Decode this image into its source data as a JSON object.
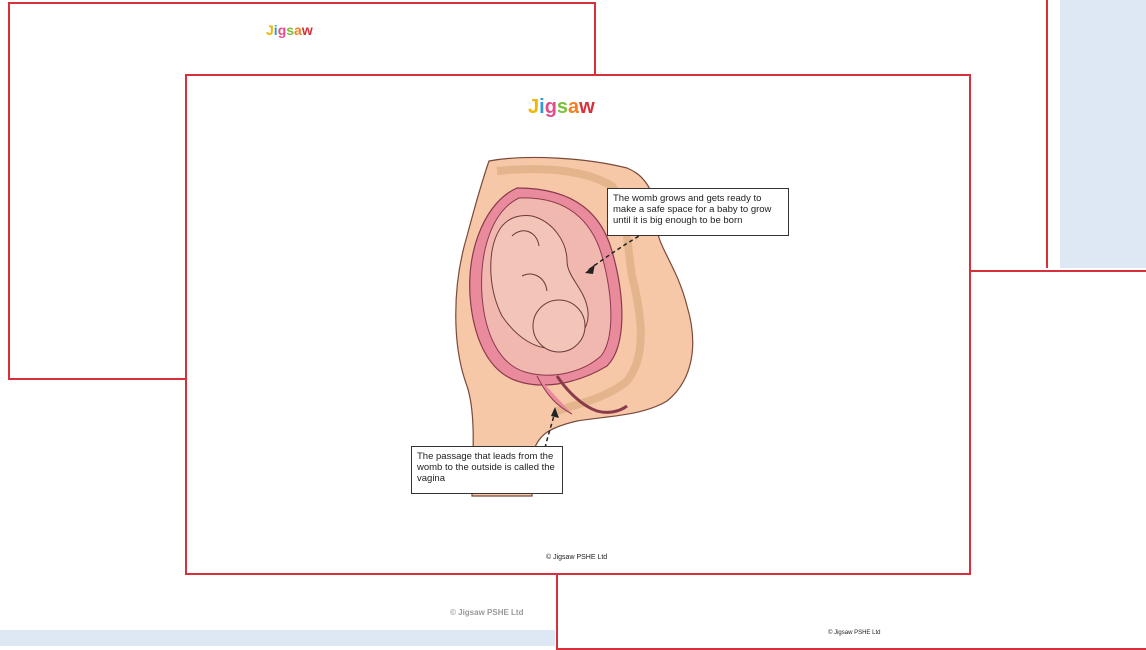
{
  "logo": {
    "text": "Jigsaw"
  },
  "main_slide": {
    "callouts": [
      {
        "text": "The womb grows and gets ready to make a safe space for a baby to grow until it is big enough to be born"
      },
      {
        "text": "The passage that leads from the womb to the outside is called the vagina"
      }
    ],
    "copyright": "© Jigsaw PSHE Ltd"
  },
  "background_slides": {
    "left_copyright": "© Jigsaw PSHE Ltd",
    "right_copyright": "© Jigsaw PSHE Ltd"
  },
  "colors": {
    "accent_red": "#d8303a",
    "panel_blue": "#dde8f4",
    "skin": "#f6c8a8",
    "womb_pink": "#e98a9d"
  }
}
